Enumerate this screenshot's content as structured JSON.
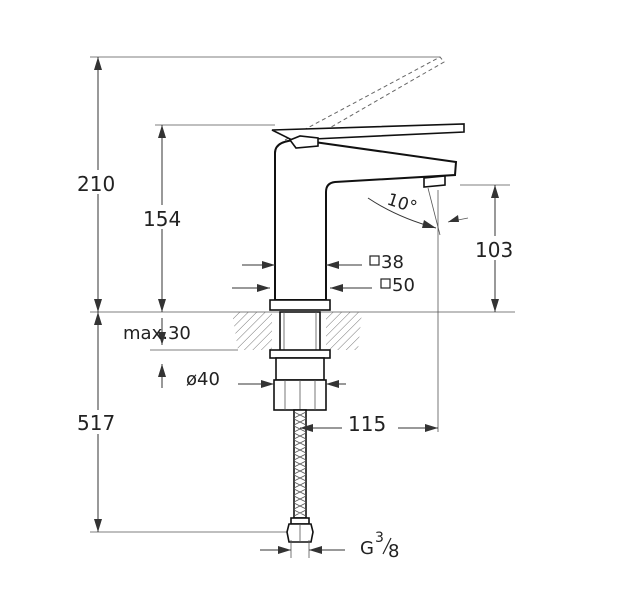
{
  "dimensions": {
    "total_height": "210",
    "spout_height": "154",
    "outlet_height": "103",
    "body_square": "38",
    "flange_square": "50",
    "max_thickness": "max.30",
    "diameter": "ø40",
    "below_counter": "517",
    "reach": "115",
    "angle": "10°",
    "thread_prefix": "G",
    "thread_num": "3",
    "thread_den": "8"
  },
  "colors": {
    "line": "#111111",
    "hatch": "#777777"
  }
}
